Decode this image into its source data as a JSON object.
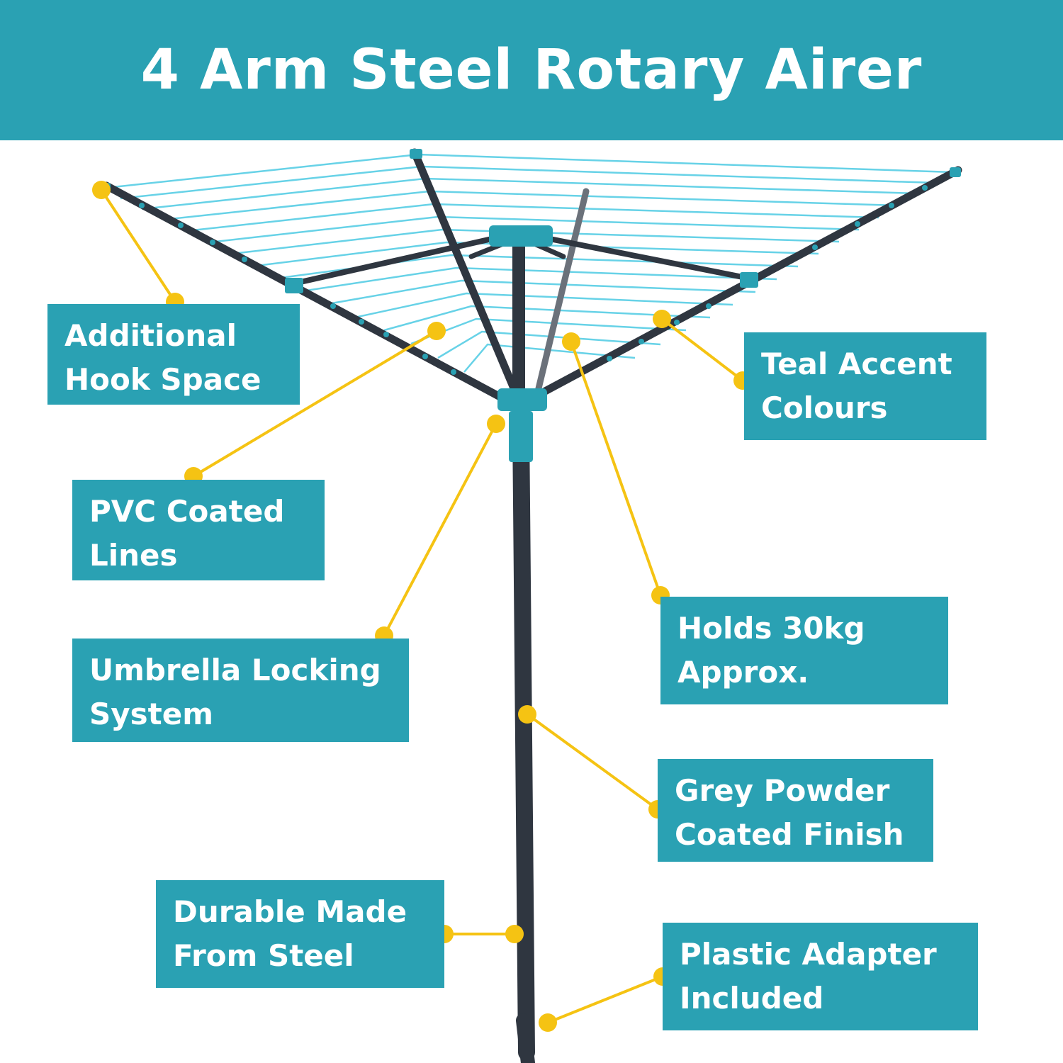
{
  "title": "4 Arm Steel Rotary Airer",
  "colors": {
    "teal": "#2aa1b3",
    "line_blue": "#5fd0e6",
    "frame": "#2f3640",
    "dot_yellow": "#f5c313"
  },
  "callouts": {
    "hook_space": "Additional\nHook Space",
    "pvc_lines": "PVC Coated\nLines",
    "umbrella_lock": "Umbrella Locking\nSystem",
    "durable_steel": "Durable Made\nFrom Steel",
    "teal_accent": "Teal Accent\nColours",
    "holds_30kg": "Holds 30kg\nApprox.",
    "grey_finish": "Grey Powder\nCoated Finish",
    "plastic_adapter": "Plastic Adapter\nIncluded"
  }
}
